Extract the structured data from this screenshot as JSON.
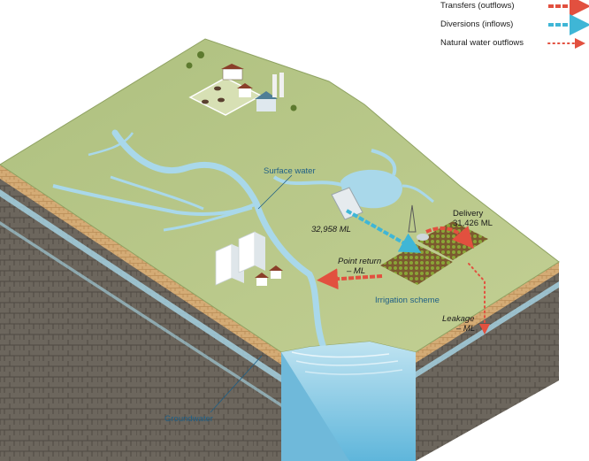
{
  "legend": {
    "transfers": "Transfers (outflows)",
    "diversions": "Diversions (inflows)",
    "natural": "Natural water outflows"
  },
  "colors": {
    "transfer": "#e2503f",
    "diversion": "#3fb6d6",
    "natural": "#e2503f",
    "land": "#b9c98a",
    "water": "#a9d8ea",
    "rock": "#6f6a61",
    "soil": "#d8b07c"
  },
  "labels": {
    "surface_water": "Surface water",
    "diversion_volume": "32,958 ML",
    "delivery_title": "Delivery",
    "delivery_volume": "31,426 ML",
    "point_return_title": "Point return",
    "point_return_volume": "– ML",
    "irrigation_scheme": "Irrigation scheme",
    "leakage_title": "Leakage",
    "leakage_volume": "– ML",
    "groundwater": "Groundwater"
  }
}
